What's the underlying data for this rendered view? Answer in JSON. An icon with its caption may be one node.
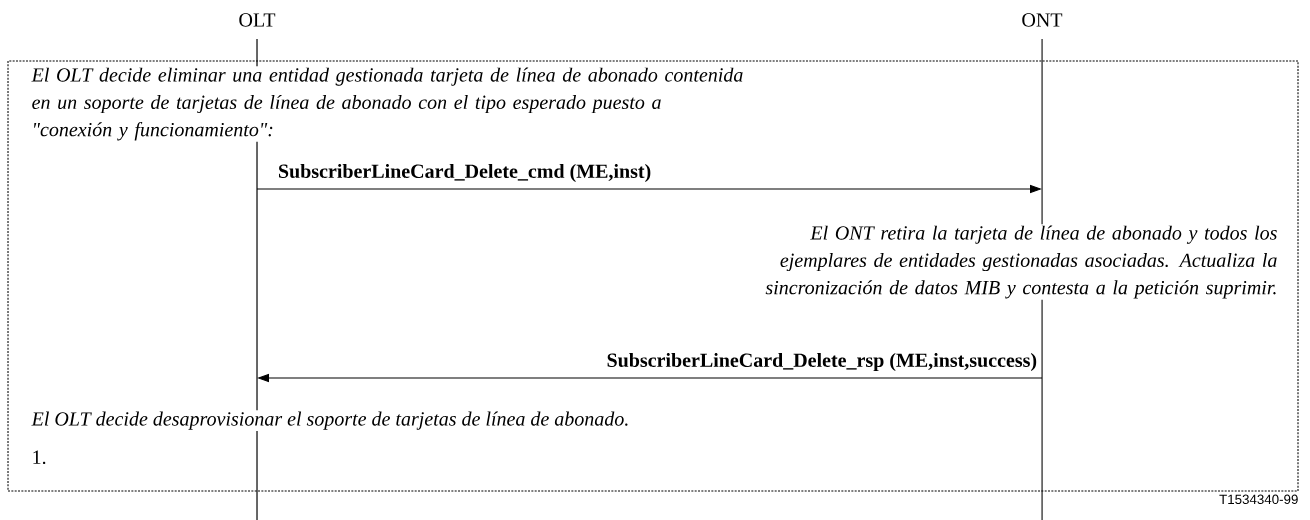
{
  "diagram": {
    "nodes": [
      {
        "text": [
          "OLT"
        ]
      },
      {
        "text": [
          "ONT"
        ]
      }
    ],
    "edges": [
      {
        "from": 0,
        "to": 1,
        "arrow": "to",
        "label": "SubscriberLineCard_Delete_cmd (ME,inst)"
      },
      {
        "from": 1,
        "to": 0,
        "arrow": "to",
        "label": "SubscriberLineCard_Delete_rsp (ME,inst,success)"
      }
    ],
    "labels": [
      "El OLT decide eliminar una entidad gestionada tarjeta de línea de abonado contenida en un soporte de tarjetas de línea de abonado con el tipo esperado puesto a \"conexión y funcionamiento\":",
      "El ONT retira la tarjeta de línea de abonado y todos los ejemplares de entidades gestionadas asociadas. Actualiza la sincronización de datos MIB y contesta a la petición suprimir.",
      "El OLT decide desaprovisionar el soporte de tarjetas de línea de abonado.",
      "1.",
      "T1534340-99"
    ]
  }
}
